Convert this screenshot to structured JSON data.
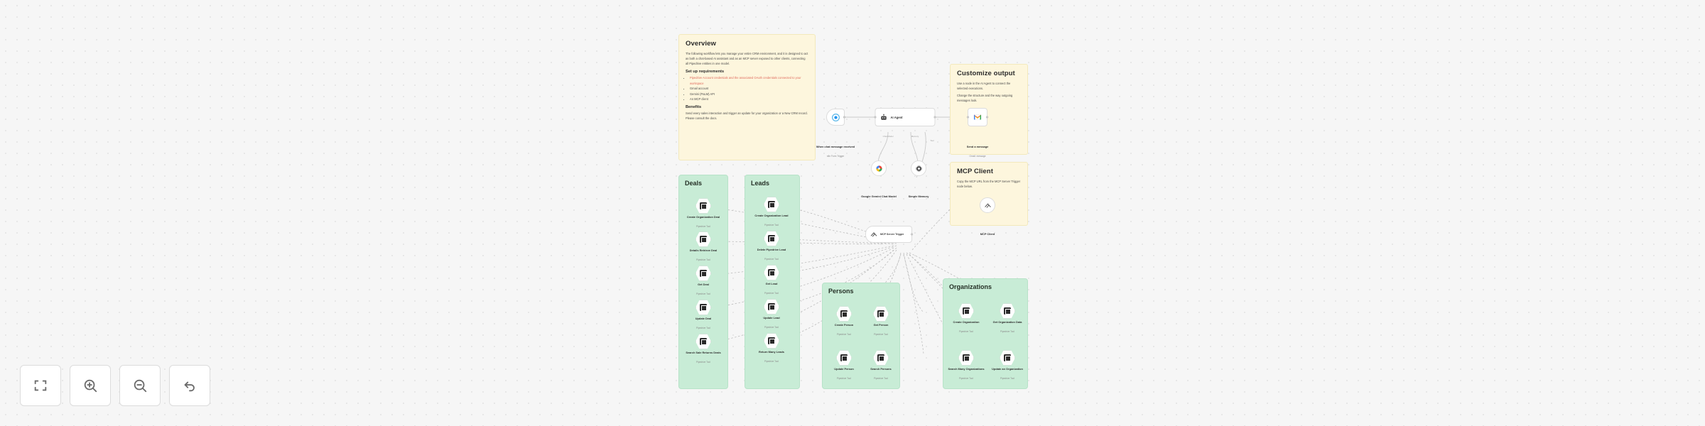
{
  "app": {
    "name": "n8n-workflow-canvas"
  },
  "sticky_notes": [
    {
      "id": "overview",
      "title": "Overview",
      "paragraphs": [
        "The following workflow lets you manage your entire CRM environment, and it is designed to act as both a chat-based AI assistant and as an MCP server exposed to other clients, connecting all Pipedrive entities in one model.",
        "Send every sales interaction and trigger an update for your organization or a New CRM record. Please consult the docs."
      ],
      "sections": [
        {
          "heading": "Set up requirements",
          "bullets": [
            "Pipedrive Account credentials and the associated OAuth credentials connected to your workspace",
            "Gmail account",
            "Gemini (PaLM) API",
            "An MCP client"
          ]
        },
        {
          "heading": "Benefits",
          "bullets": []
        }
      ]
    },
    {
      "id": "customize-output",
      "title": "Customize output",
      "paragraphs": [
        "Use a node in the AI Agent to connect the selected executions.",
        "Change the structure and the way outgoing messages look."
      ]
    },
    {
      "id": "mcp-client",
      "title": "MCP Client",
      "paragraphs": [
        "Copy the MCP URL from the MCP Server Trigger node below."
      ]
    }
  ],
  "flow_nodes": [
    {
      "id": "trigger",
      "label": "When chat message received",
      "sub": "n8n Form Trigger",
      "icon": "chat-trigger-icon"
    },
    {
      "id": "ai-agent",
      "label": "AI Agent",
      "sub": "",
      "icon": "robot-icon"
    },
    {
      "id": "gmail",
      "label": "Send a message",
      "sub": "Gmail: message",
      "icon": "gmail-icon"
    },
    {
      "id": "chat-model",
      "label": "Google Gemini Chat Model",
      "sub": "",
      "icon": "gemini-icon"
    },
    {
      "id": "memory",
      "label": "Simple Memory",
      "sub": "",
      "icon": "memory-icon"
    },
    {
      "id": "mcp-server",
      "label": "MCP Server Trigger",
      "sub": "",
      "icon": "mcp-icon"
    },
    {
      "id": "mcp-client-node",
      "label": "MCP Client",
      "sub": "",
      "icon": "mcp-client-icon"
    }
  ],
  "connector_labels": [
    "Chat Model",
    "Memory",
    "Tool"
  ],
  "groups": [
    {
      "id": "deals",
      "title": "Deals",
      "nodes": [
        {
          "label": "Create Organization Deal",
          "sub": "Pipedrive Tool"
        },
        {
          "label": "Details Retrieve Deal",
          "sub": "Pipedrive Tool"
        },
        {
          "label": "Get Deal",
          "sub": "Pipedrive Tool"
        },
        {
          "label": "Update Deal",
          "sub": "Pipedrive Tool"
        },
        {
          "label": "Search Sale Returns Deals",
          "sub": "Pipedrive Tool"
        }
      ]
    },
    {
      "id": "leads",
      "title": "Leads",
      "nodes": [
        {
          "label": "Create Organization Lead",
          "sub": "Pipedrive Tool"
        },
        {
          "label": "Delete Pipedrive Lead",
          "sub": "Pipedrive Tool"
        },
        {
          "label": "Get Lead",
          "sub": "Pipedrive Tool"
        },
        {
          "label": "Update Lead",
          "sub": "Pipedrive Tool"
        },
        {
          "label": "Return Many Leads",
          "sub": "Pipedrive Tool"
        }
      ]
    },
    {
      "id": "persons",
      "title": "Persons",
      "nodes": [
        {
          "label": "Create Person",
          "sub": "Pipedrive Tool"
        },
        {
          "label": "Get Person",
          "sub": "Pipedrive Tool"
        },
        {
          "label": "Update Person",
          "sub": "Pipedrive Tool"
        },
        {
          "label": "Search Persons",
          "sub": "Pipedrive Tool"
        }
      ]
    },
    {
      "id": "organizations",
      "title": "Organizations",
      "nodes": [
        {
          "label": "Create Organization",
          "sub": "Pipedrive Tool"
        },
        {
          "label": "Get Organization Data",
          "sub": "Pipedrive Tool"
        },
        {
          "label": "Search Many Organizations",
          "sub": "Pipedrive Tool"
        },
        {
          "label": "Update an Organization",
          "sub": "Pipedrive Tool"
        }
      ]
    }
  ],
  "controls": [
    {
      "id": "zoom-to-fit",
      "icon": "zoom-to-fit-icon",
      "tooltip": "Zoom to fit"
    },
    {
      "id": "zoom-in",
      "icon": "zoom-in-icon",
      "tooltip": "Zoom in"
    },
    {
      "id": "zoom-out",
      "icon": "zoom-out-icon",
      "tooltip": "Zoom out"
    },
    {
      "id": "reset-zoom",
      "icon": "undo-icon",
      "tooltip": "Reset zoom"
    }
  ],
  "colors": {
    "canvas_bg": "#f6f6f6",
    "sticky_bg": "#fdf6dd",
    "group_bg": "#c8ecd6",
    "accent_link": "#e06a5c"
  }
}
